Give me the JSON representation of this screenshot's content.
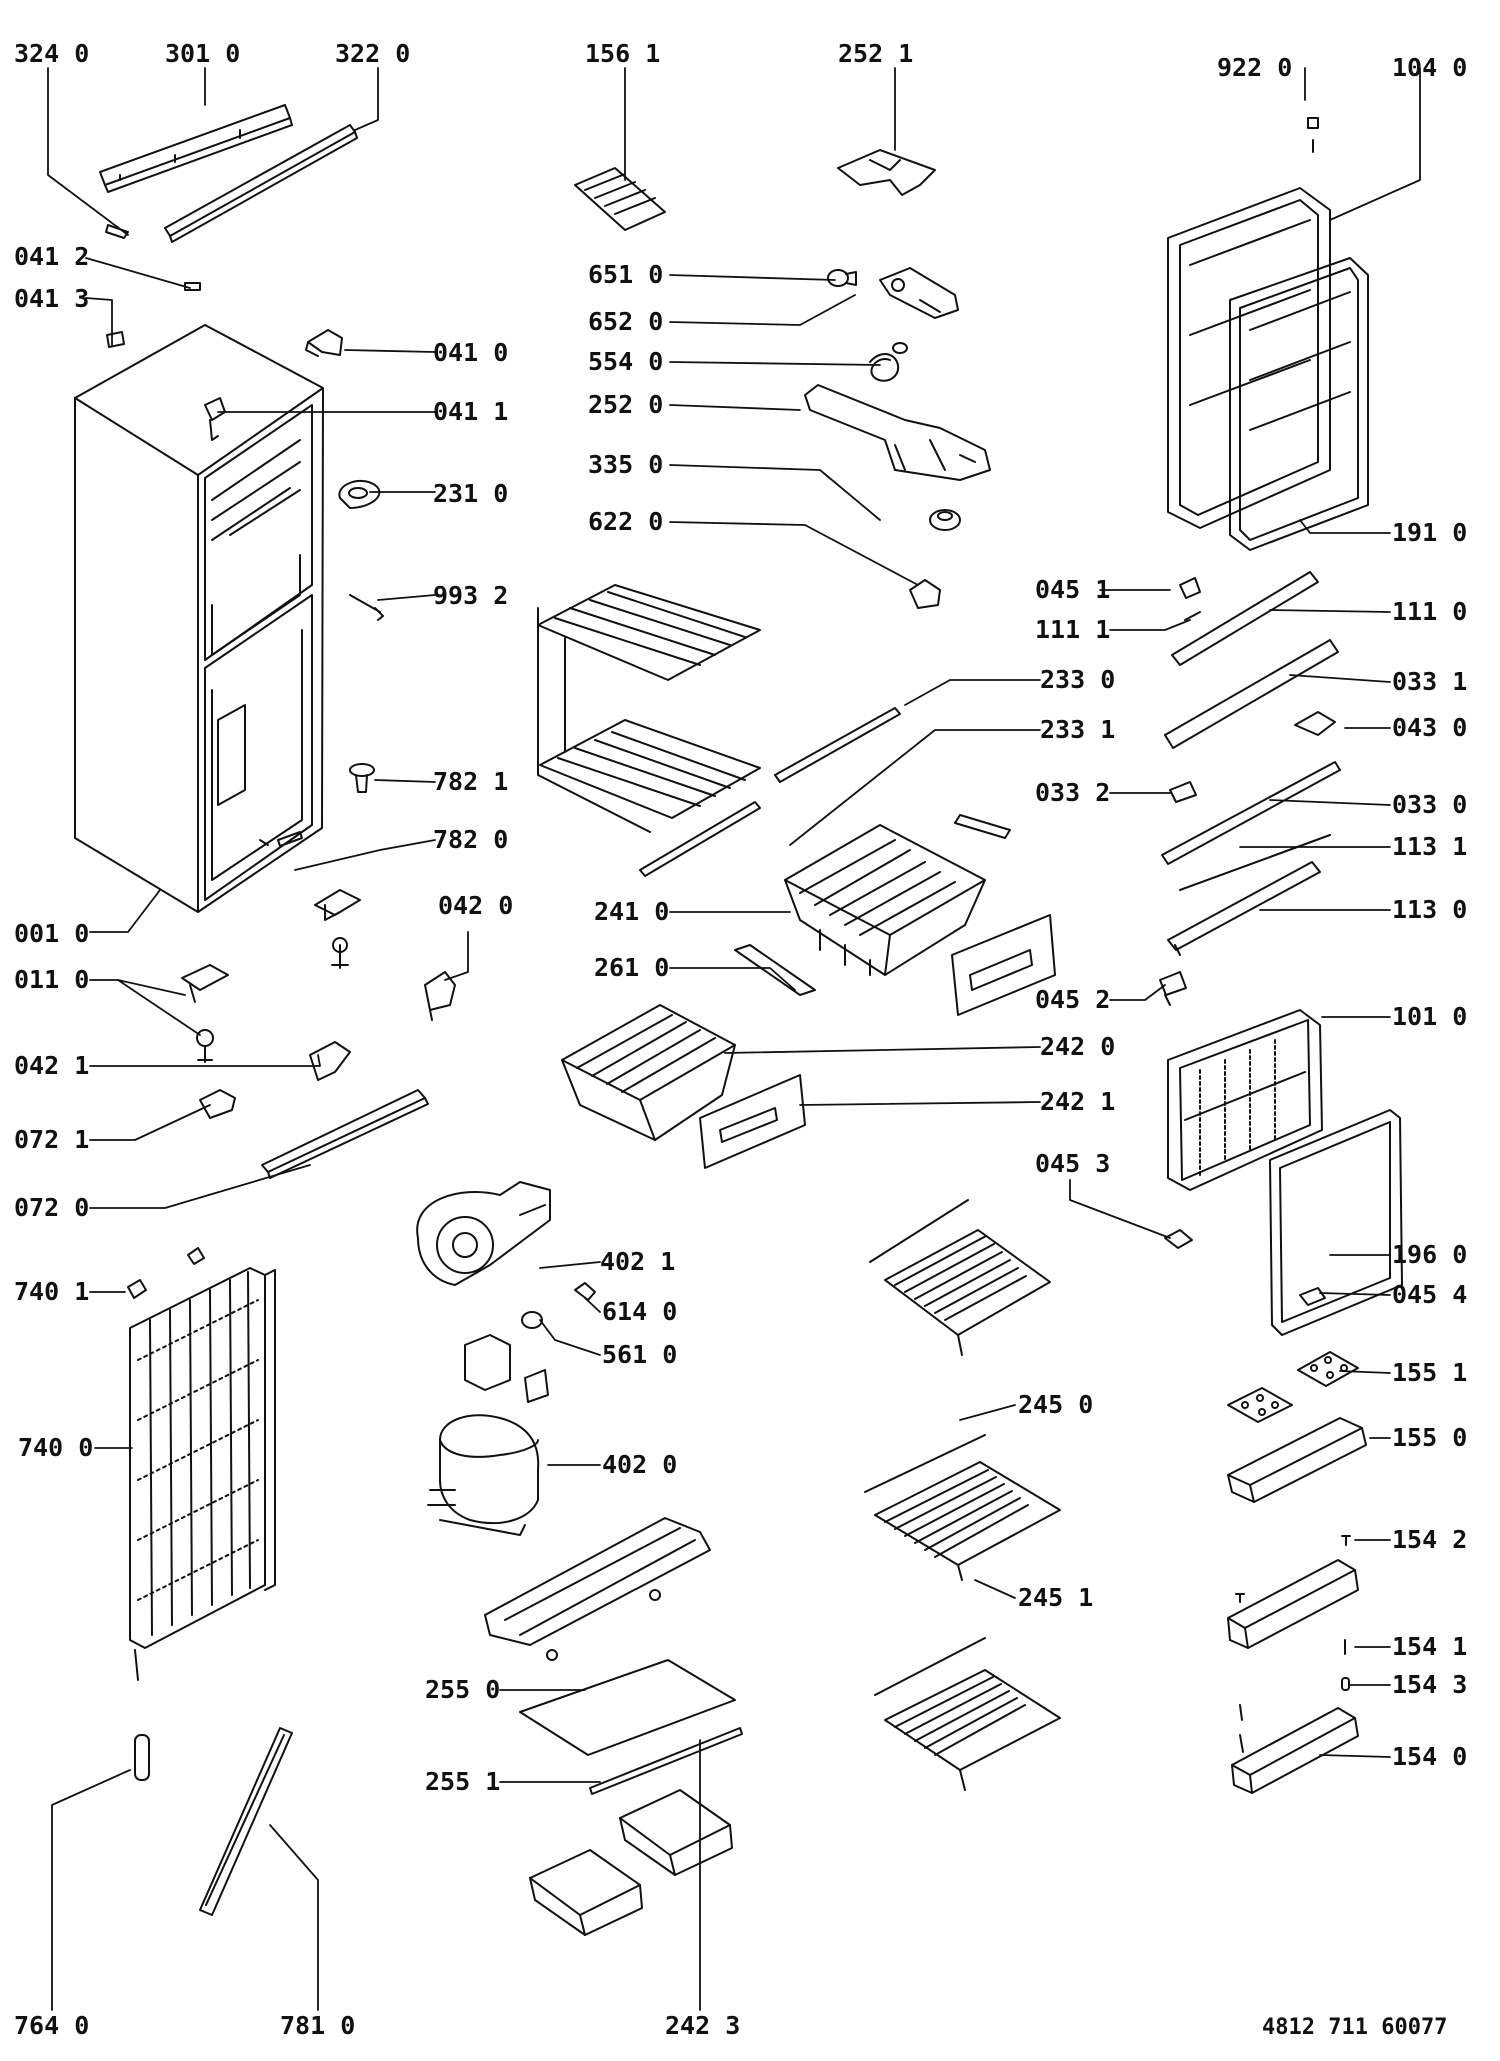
{
  "colors": {
    "ink": "#111111",
    "paper": "#ffffff"
  },
  "parts": {
    "p3240": "324 0",
    "p3010": "301 0",
    "p3220": "322 0",
    "p0412": "041 2",
    "p0413": "041 3",
    "p0410": "041 0",
    "p0411": "041 1",
    "p2310": "231 0",
    "p9932": "993 2",
    "p7821": "782 1",
    "p7820": "782 0",
    "p0010": "001 0",
    "p0420": "042 0",
    "p0110": "011 0",
    "p0421": "042 1",
    "p0721": "072 1",
    "p0720": "072 0",
    "p7401": "740 1",
    "p7400": "740 0",
    "p7640": "764 0",
    "p7810": "781 0",
    "p1561": "156 1",
    "p2521": "252 1",
    "p6510": "651 0",
    "p6520": "652 0",
    "p5540": "554 0",
    "p2520": "252 0",
    "p3350": "335 0",
    "p6220": "622 0",
    "p2330": "233 0",
    "p2331": "233 1",
    "p2410": "241 0",
    "p2610": "261 0",
    "p2420": "242 0",
    "p2421": "242 1",
    "p4021": "402 1",
    "p6140": "614 0",
    "p5610": "561 0",
    "p4020": "402 0",
    "p2550": "255 0",
    "p2551": "255 1",
    "p2423": "242 3",
    "p2450": "245 0",
    "p2451": "245 1",
    "p9220": "922 0",
    "p1040": "104 0",
    "p1910": "191 0",
    "p0451": "045 1",
    "p1111": "111 1",
    "p1110": "111 0",
    "p0331": "033 1",
    "p0430": "043 0",
    "p0332": "033 2",
    "p0330": "033 0",
    "p1131": "113 1",
    "p1130": "113 0",
    "p0452": "045 2",
    "p1010": "101 0",
    "p0453": "045 3",
    "p1960": "196 0",
    "p0454": "045 4",
    "p1551": "155 1",
    "p1550": "155 0",
    "p1542": "154 2",
    "p1541": "154 1",
    "p1543": "154 3",
    "p1540": "154 0"
  },
  "doc_number": "4812 711 60077"
}
